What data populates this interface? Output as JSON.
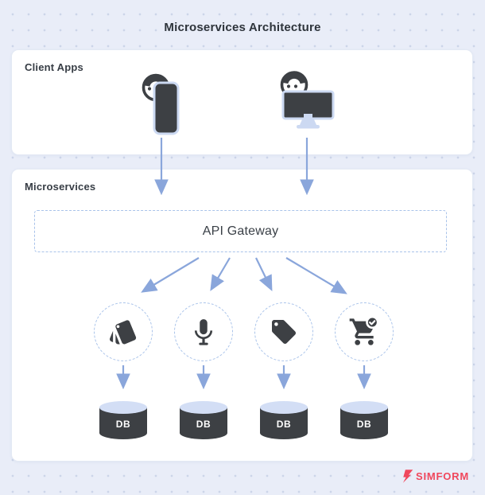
{
  "title": "Microservices Architecture",
  "client_apps": {
    "label": "Client Apps",
    "clients": [
      {
        "name": "mobile-user",
        "icon": "person-with-phone-icon"
      },
      {
        "name": "desktop-user",
        "icon": "person-with-desktop-icon"
      }
    ]
  },
  "microservices": {
    "label": "Microservices",
    "api_gateway_label": "API Gateway",
    "services": [
      {
        "name": "payment-service",
        "icon": "cards-icon",
        "db": "DB"
      },
      {
        "name": "voice-service",
        "icon": "microphone-icon",
        "db": "DB"
      },
      {
        "name": "tag-service",
        "icon": "tag-icon",
        "db": "DB"
      },
      {
        "name": "cart-service",
        "icon": "cart-check-icon",
        "db": "DB"
      }
    ]
  },
  "brand": "SIMFORM",
  "colors": {
    "background": "#e9edf8",
    "dot_grid": "#ccd5e9",
    "panel": "#ffffff",
    "dashed_border": "#a9c3ea",
    "arrow": "#8aa6db",
    "icon_dark": "#3d4044",
    "device_accent": "#ccd9f2",
    "db_top": "#d3def5",
    "db_text": "#ffffff",
    "brand_red": "#f0475c",
    "text_dark": "#2e343b"
  }
}
